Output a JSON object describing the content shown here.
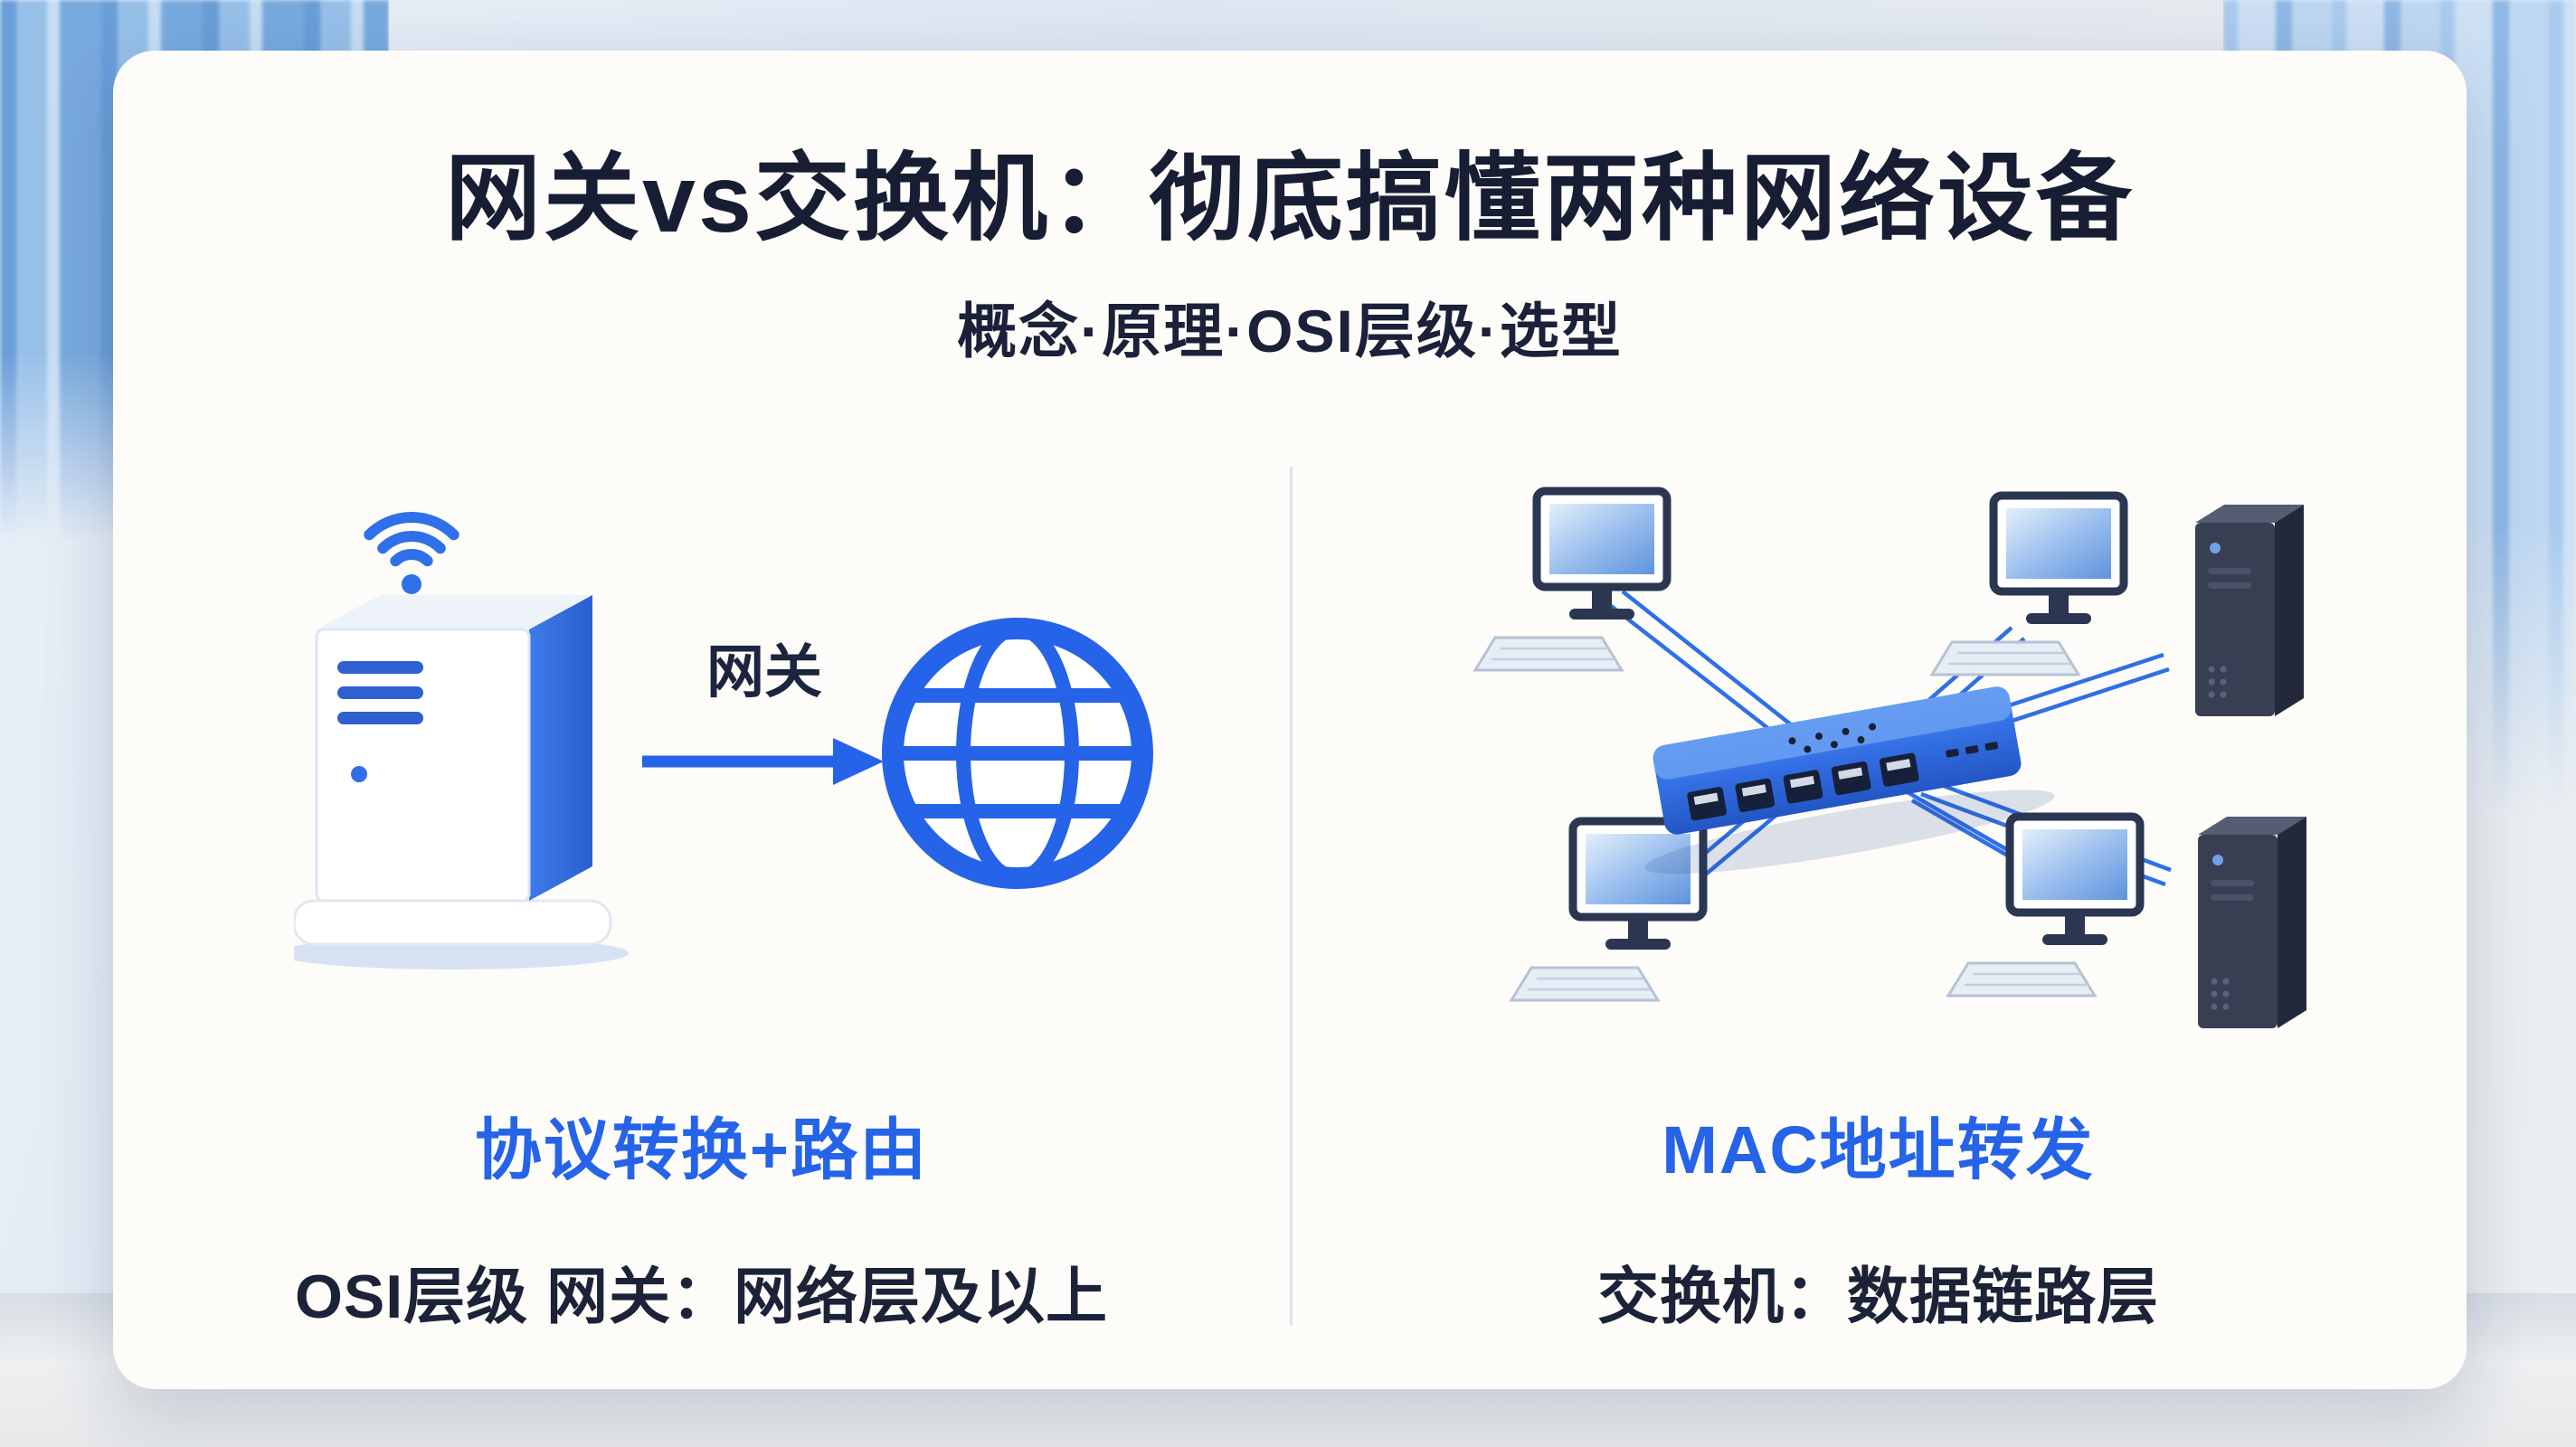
{
  "title": "网关vs交换机：彻底搞懂两种网络设备",
  "subtitle": "概念·原理·OSI层级·选型",
  "gateway": {
    "arrow_label": "网关",
    "function_label": "协议转换+路由",
    "osi_label": "OSI层级 网关：网络层及以上"
  },
  "switch": {
    "function_label": "MAC地址转发",
    "osi_label": "交换机：数据链路层"
  },
  "colors": {
    "accent_blue": "#2563e8",
    "title_navy": "#171e34",
    "card_background": "#fdfcf8"
  },
  "icons": {
    "left": [
      "wifi-icon",
      "server-icon",
      "gateway-arrow-icon",
      "globe-icon"
    ],
    "right": [
      "switch-icon",
      "computer-icon",
      "tower-server-icon",
      "network-cable-lines"
    ]
  }
}
